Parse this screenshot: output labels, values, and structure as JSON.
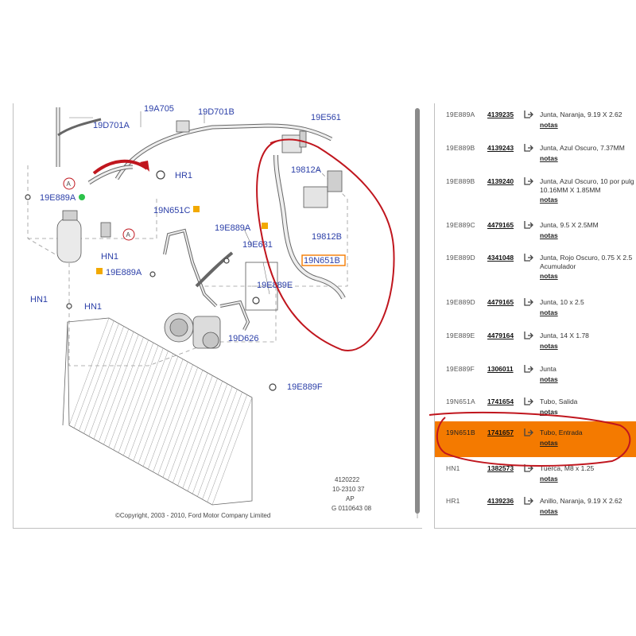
{
  "diagram": {
    "callouts": {
      "c19A705": "19A705",
      "c19D701B": "19D701B",
      "c19E561": "19E561",
      "c19D701A": "19D701A",
      "cHR1": "HR1",
      "c19E889A_top": "19E889A",
      "c19812A": "19812A",
      "c19N651C": "19N651C",
      "c19E889A_mid": "19E889A",
      "c19E631": "19E631",
      "c19812B": "19812B",
      "c19N651B": "19N651B",
      "cHN1_a": "HN1",
      "c19E889A_low": "19E889A",
      "c19E889E": "19E889E",
      "cHN1_b": "HN1",
      "cHN1_c": "HN1",
      "c19D626": "19D626",
      "c19E889F": "19E889F",
      "markA1": "A",
      "markA2": "A"
    },
    "footer_lines": [
      "4120222",
      "10-2310 37",
      "AP",
      "G 0110643 08"
    ],
    "copyright": "©Copyright, 2003 - 2010, Ford Motor Company Limited"
  },
  "parts": [
    {
      "ref": "19E889A",
      "pn": "4139235",
      "desc": "Junta, Naranja, 9.19 X 2.62",
      "notes": "notas"
    },
    {
      "ref": "19E889B",
      "pn": "4139243",
      "desc": "Junta, Azul Oscuro, 7.37MM",
      "notes": "notas"
    },
    {
      "ref": "19E889B",
      "pn": "4139240",
      "desc": "Junta, Azul Oscuro, 10 por pulg 10.16MM X 1.85MM",
      "notes": "notas"
    },
    {
      "ref": "19E889C",
      "pn": "4479165",
      "desc": "Junta, 9.5 X 2.5MM",
      "notes": "notas"
    },
    {
      "ref": "19E889D",
      "pn": "4341048",
      "desc": "Junta, Rojo Oscuro, 0.75 X 2.5 Acumulador",
      "notes": "notas"
    },
    {
      "ref": "19E889D",
      "pn": "4479165",
      "desc": "Junta, 10 x 2.5",
      "notes": "notas"
    },
    {
      "ref": "19E889E",
      "pn": "4479164",
      "desc": "Junta, 14 X 1.78",
      "notes": "notas"
    },
    {
      "ref": "19E889F",
      "pn": "1306011",
      "desc": "Junta",
      "notes": "notas"
    },
    {
      "ref": "19N651A",
      "pn": "1741654",
      "desc": "Tubo, Salida",
      "notes": "notas"
    },
    {
      "ref": "19N651B",
      "pn": "1741657",
      "desc": "Tubo, Entrada",
      "notes": "notas"
    },
    {
      "ref": "HN1",
      "pn": "1382573",
      "desc": "Tuerca, M8 x 1.25",
      "notes": "notas"
    },
    {
      "ref": "HR1",
      "pn": "4139236",
      "desc": "Anillo, Naranja, 9.19 X 2.62",
      "notes": "notas"
    }
  ],
  "colors": {
    "callout": "#2b3fa8",
    "highlight": "#f47a00",
    "annotation": "#c0161e",
    "callout_marker": "#f2a900"
  },
  "icons": {
    "cart": "add-to-cart-icon"
  }
}
